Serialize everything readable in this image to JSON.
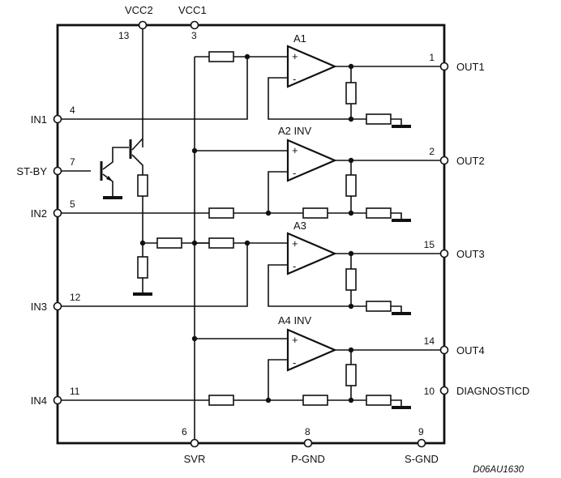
{
  "pins": {
    "vcc2": {
      "name": "VCC2",
      "number": "13"
    },
    "vcc1": {
      "name": "VCC1",
      "number": "3"
    },
    "in1": {
      "name": "IN1",
      "number": "4"
    },
    "stby": {
      "name": "ST-BY",
      "number": "7"
    },
    "in2": {
      "name": "IN2",
      "number": "5"
    },
    "in3": {
      "name": "IN3",
      "number": "12"
    },
    "in4": {
      "name": "IN4",
      "number": "11"
    },
    "out1": {
      "name": "OUT1",
      "number": "1"
    },
    "out2": {
      "name": "OUT2",
      "number": "2"
    },
    "out3": {
      "name": "OUT3",
      "number": "15"
    },
    "out4": {
      "name": "OUT4",
      "number": "14"
    },
    "diag": {
      "name": "DIAGNOSTICD",
      "number": "10"
    },
    "svr": {
      "name": "SVR",
      "number": "6"
    },
    "pgnd": {
      "name": "P-GND",
      "number": "8"
    },
    "sgnd": {
      "name": "S-GND",
      "number": "9"
    }
  },
  "amplifiers": {
    "a1": {
      "label": "A1"
    },
    "a2": {
      "label": "A2 INV"
    },
    "a3": {
      "label": "A3"
    },
    "a4": {
      "label": "A4 INV"
    }
  },
  "opamp_symbols": {
    "plus": "+",
    "minus": "-"
  },
  "reference_code": "D06AU1630"
}
